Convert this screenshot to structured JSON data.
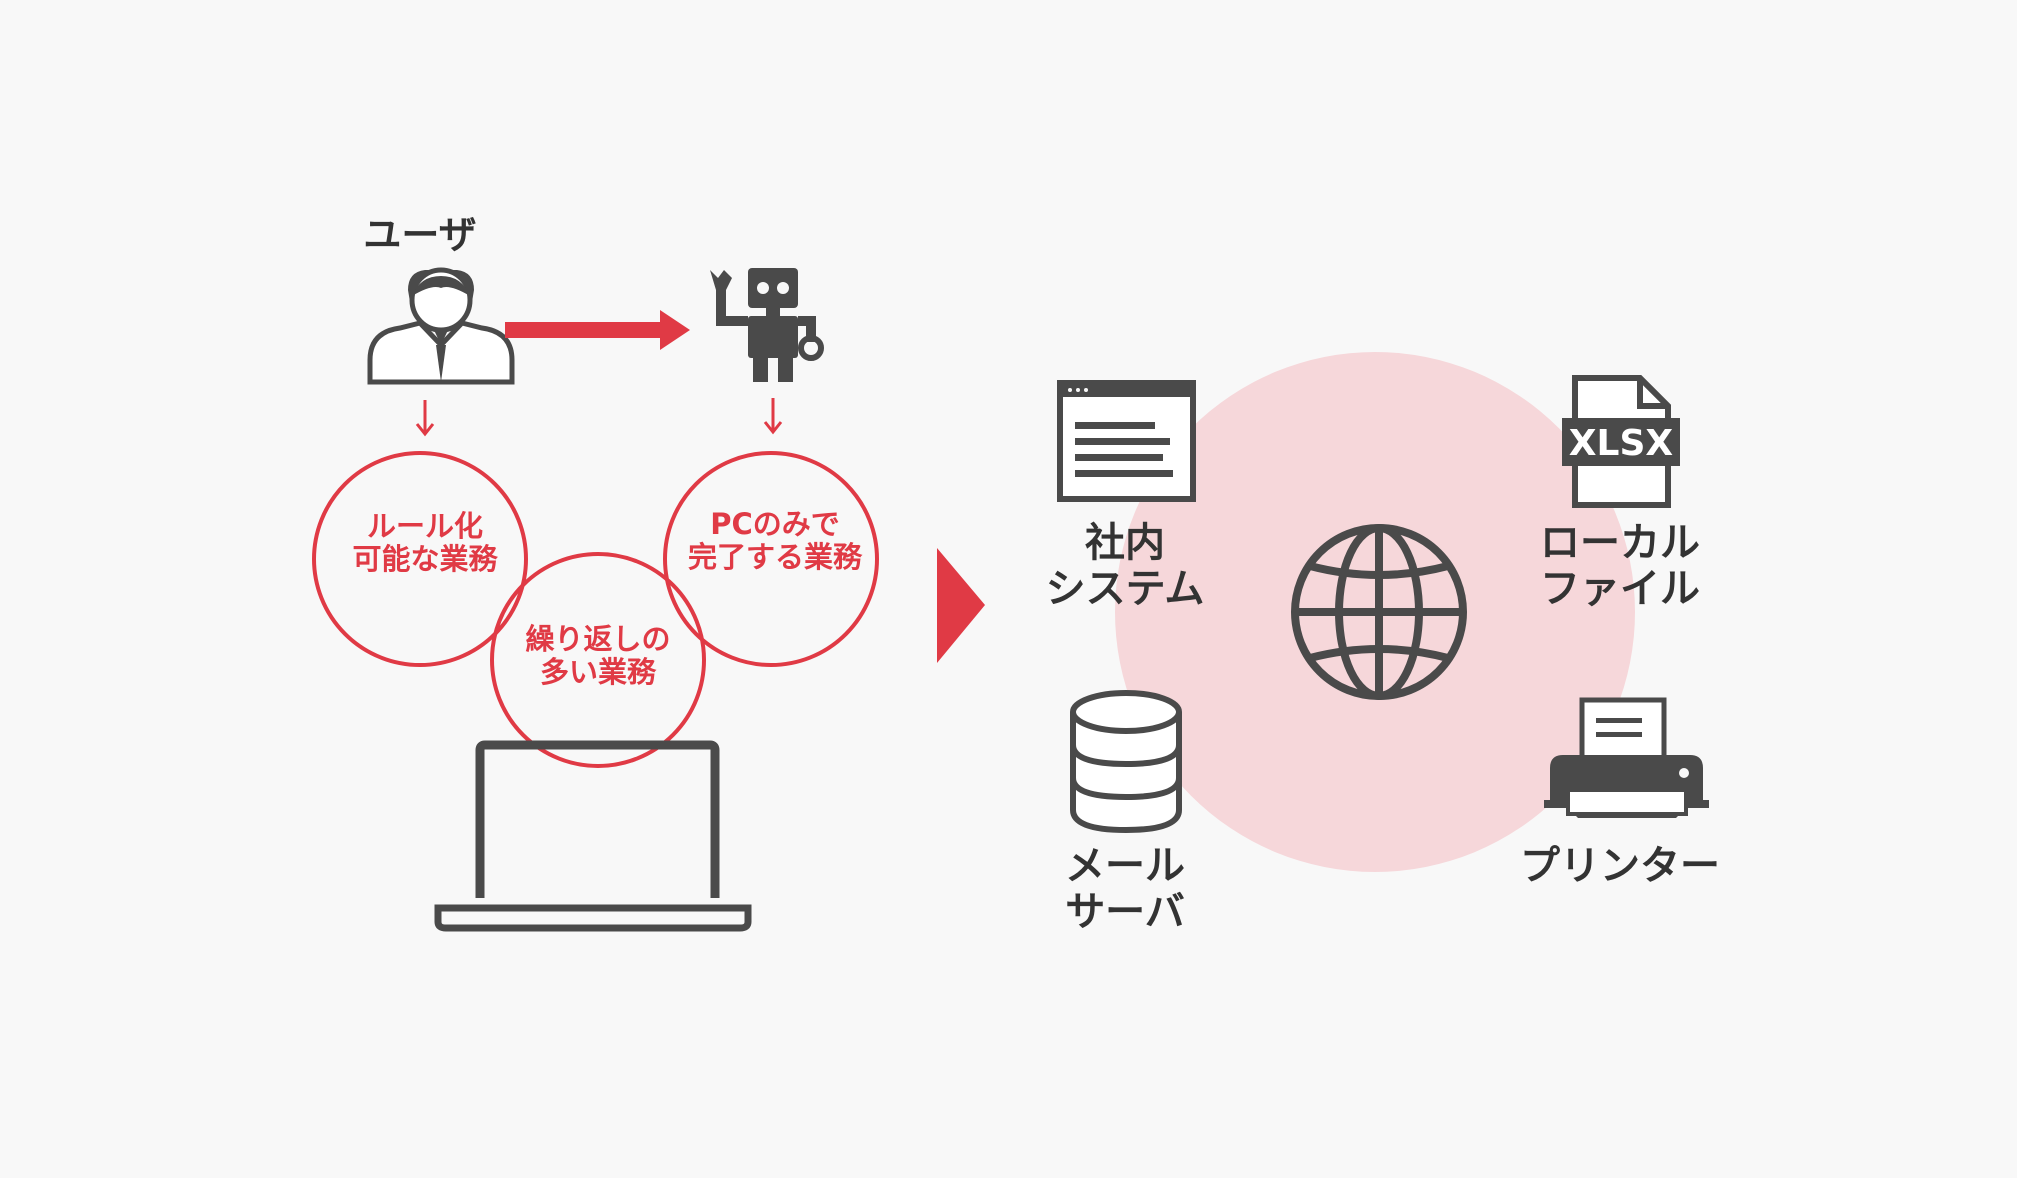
{
  "colors": {
    "background": "#f8f8f8",
    "accent_red": "#e03a45",
    "icon_gray": "#4a4a4a",
    "text_dark": "#333333",
    "halo_pink": "#f6d7da"
  },
  "left_panel": {
    "user_label": "ユーザ",
    "circle_rule": {
      "line1": "ルール化",
      "line2": "可能な業務"
    },
    "circle_pc": {
      "line1": "PCのみで",
      "line2": "完了する業務"
    },
    "circle_repeat": {
      "line1": "繰り返しの",
      "line2": "多い業務"
    }
  },
  "right_panel": {
    "internal_system": {
      "line1": "社内",
      "line2": "システム"
    },
    "local_file": {
      "line1": "ローカル",
      "line2": "ファイル"
    },
    "xlsx_badge": "XLSX",
    "mail_server": {
      "line1": "メール",
      "line2": "サーバ"
    },
    "printer": "プリンター"
  },
  "icons": {
    "user": "user-icon",
    "robot": "robot-icon",
    "laptop": "laptop-icon",
    "globe": "globe-icon",
    "system_window": "window-icon",
    "xlsx_file": "xlsx-file-icon",
    "database": "database-icon",
    "printer": "printer-icon"
  }
}
